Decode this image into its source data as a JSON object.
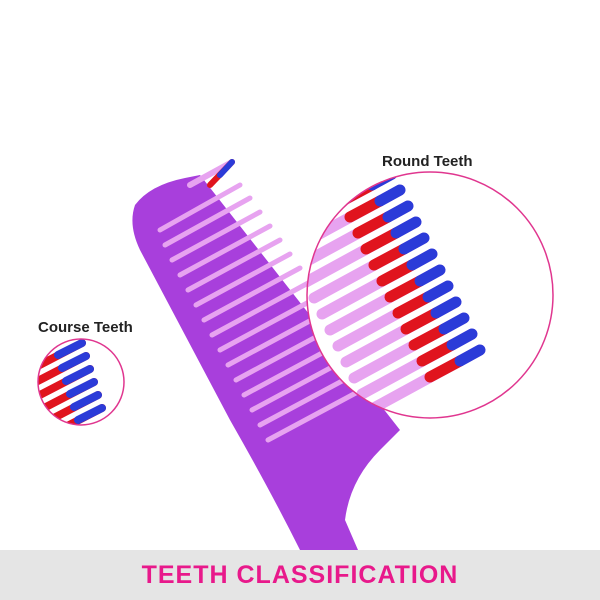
{
  "labels": {
    "round_teeth": "Round Teeth",
    "course_teeth": "Course Teeth"
  },
  "banner": {
    "title": "TEETH CLASSIFICATION"
  },
  "colors": {
    "comb": "#a83fdc",
    "teeth_tip": "#2b3bd8",
    "teeth_band": "#e0141e",
    "teeth_body": "#e7a3f0",
    "circle_border": "#e0368f",
    "banner_bg": "#e5e5e5",
    "banner_text": "#e8198b"
  }
}
